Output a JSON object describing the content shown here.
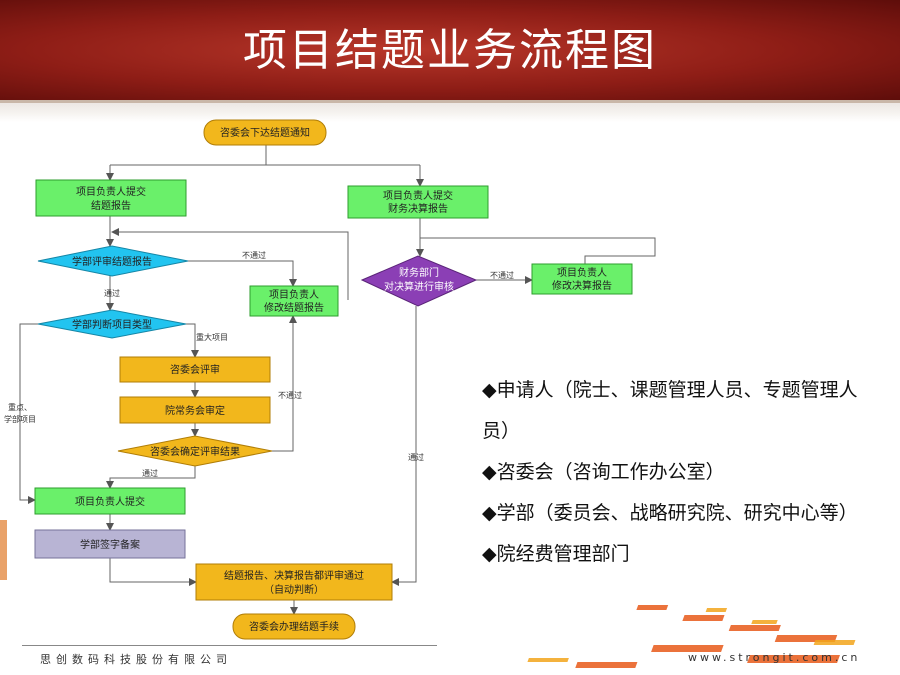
{
  "title": "项目结题业务流程图",
  "flow": {
    "start": "咨委会下达结题通知",
    "submit_report_1": "项目负责人提交",
    "submit_report_2": "结题报告",
    "submit_finance_1": "项目负责人提交",
    "submit_finance_2": "财务决算报告",
    "dept_review": "学部评审结题报告",
    "modify_report_1": "项目负责人",
    "modify_report_2": "修改结题报告",
    "finance_audit_1": "财务部门",
    "finance_audit_2": "对决算进行审核",
    "modify_finance_1": "项目负责人",
    "modify_finance_2": "修改决算报告",
    "dept_type": "学部判断项目类型",
    "consult_review": "咨委会评审",
    "academy_review": "院常务会审定",
    "consult_decide": "咨委会确定评审结果",
    "pi_submit": "项目负责人提交",
    "dept_sign": "学部签字备案",
    "all_pass_1": "结题报告、决算报告都评审通过",
    "all_pass_2": "（自动判断）",
    "end": "咨委会办理结题手续"
  },
  "edge_labels": {
    "fail_1": "不通过",
    "fail_2": "不通过",
    "fail_3": "不通过",
    "pass_1": "通过",
    "pass_2": "通过",
    "pass_3": "通过",
    "major": "重大项目",
    "key_1": "重点、",
    "key_2": "学部项目"
  },
  "roles": [
    "◆申请人（院士、课题管理人员、专题管理人员）",
    "◆咨委会（咨询工作办公室）",
    "◆学部（委员会、战略研究院、研究中心等）",
    "◆院经费管理部门"
  ],
  "footer": {
    "company": "思创数码科技股份有限公司",
    "url": "www.strongit.com.cn"
  },
  "colors": {
    "header": "#8e1d16",
    "green_box": "#6af06a",
    "blue_diamond": "#22c4f0",
    "purple_diamond": "#8b3fb5",
    "orange_box": "#f2b71c",
    "gray_box": "#b8b4d4",
    "start_end": "#f2b71c"
  }
}
